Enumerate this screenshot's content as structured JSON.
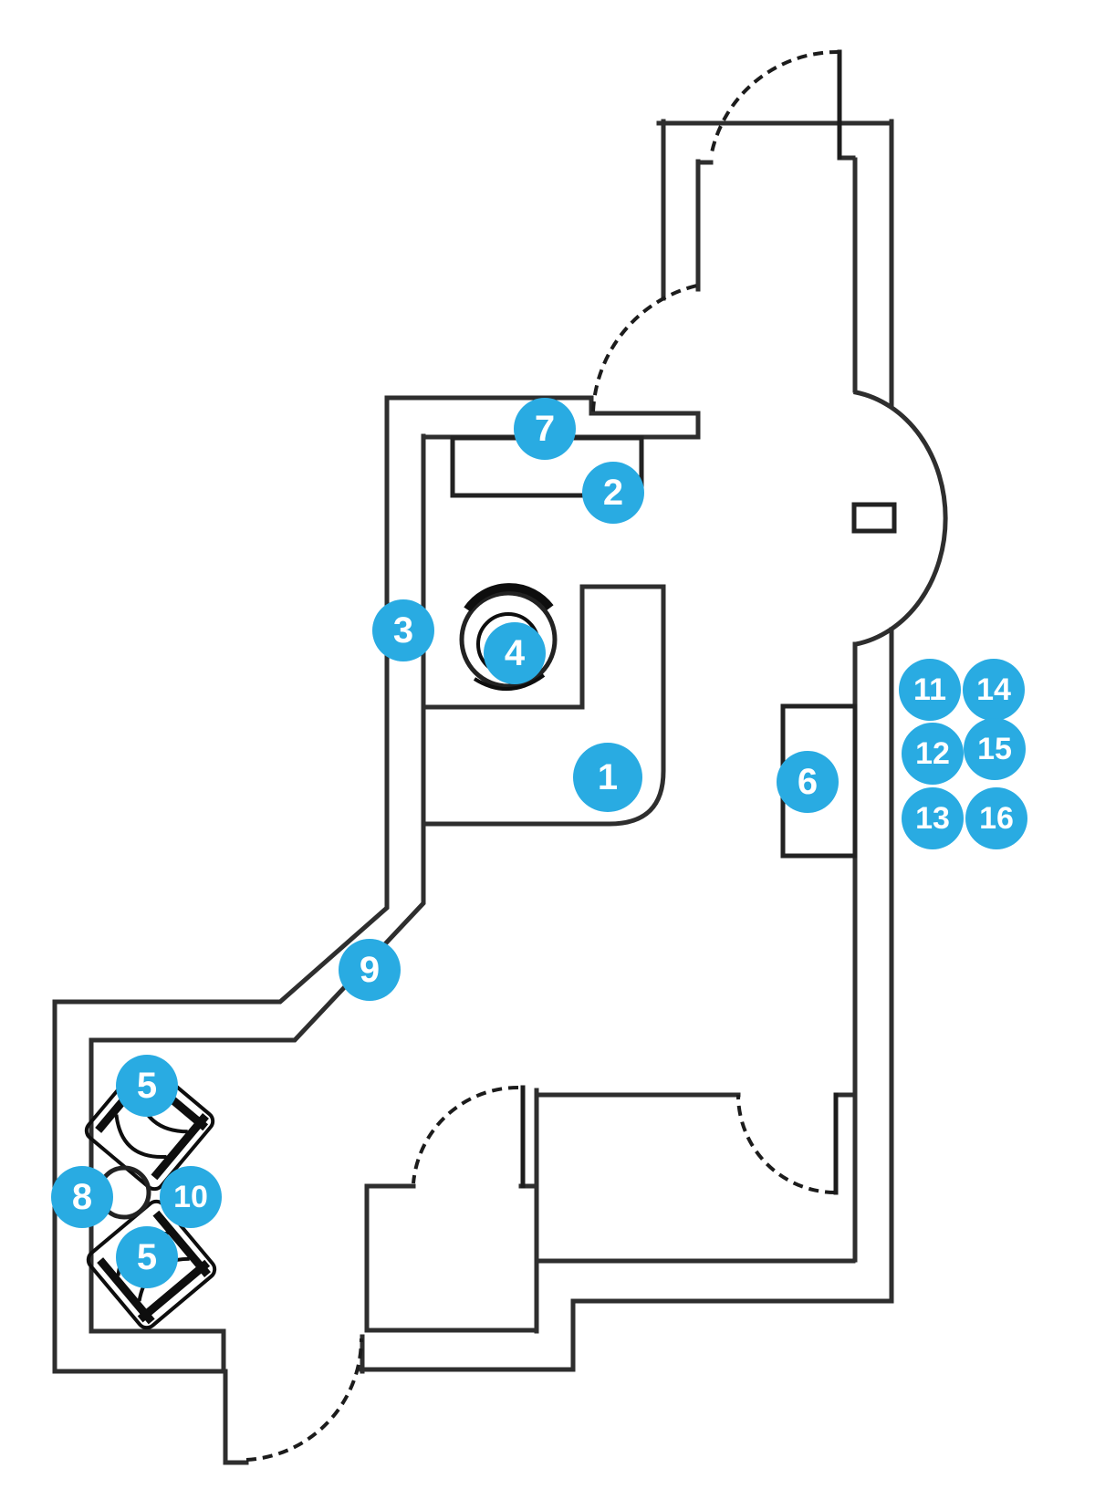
{
  "title": "floor-plan-with-numbered-design-markers",
  "colors": {
    "badge_accent": "#29ABE2",
    "badge_number": "#FFFFFF",
    "walls": "#2E2E2E",
    "background": "#FFFFFF"
  },
  "markers": [
    {
      "label": "1"
    },
    {
      "label": "2"
    },
    {
      "label": "3"
    },
    {
      "label": "4"
    },
    {
      "label": "5"
    },
    {
      "label": "5"
    },
    {
      "label": "6"
    },
    {
      "label": "7"
    },
    {
      "label": "8"
    },
    {
      "label": "9"
    },
    {
      "label": "10"
    },
    {
      "label": "11"
    },
    {
      "label": "12"
    },
    {
      "label": "13"
    },
    {
      "label": "14"
    },
    {
      "label": "15"
    },
    {
      "label": "16"
    }
  ]
}
